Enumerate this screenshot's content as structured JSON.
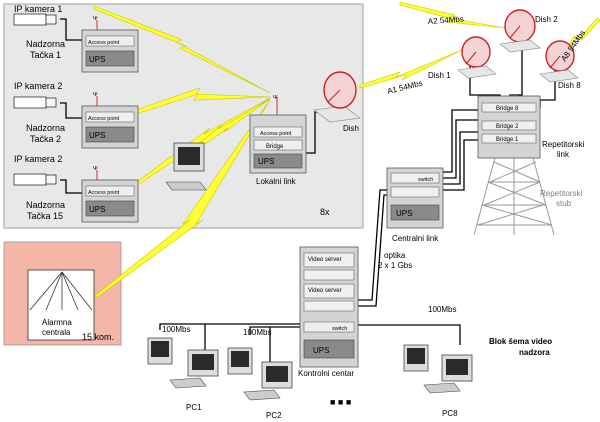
{
  "labels": {
    "camera1": "IP kamera 1",
    "site1": [
      "Nadzorna",
      "Tačka 1"
    ],
    "camera2": "IP kamera 2",
    "site2": [
      "Nadzorna",
      "Tačka 2"
    ],
    "camera3": "IP kamera 2",
    "site3": [
      "Nadzorna",
      "Tačka 15"
    ],
    "access_point": "Access point",
    "ups": "UPS",
    "bridge": "Bridge",
    "lokalni_link": "Lokalni link",
    "count_8x": "8x",
    "dish": "Dish",
    "dish1": "Dish 1",
    "dish2": "Dish 2",
    "dish8": "Dish 8",
    "link_a1": "A1 54Mbs",
    "link_a2": "A2 54Mbs",
    "link_a8": "A8 54Mbs",
    "bridge8": "Bridge 8",
    "bridge2": "Bridge 2",
    "bridge1": "Bridge 1",
    "repetitorski_link": [
      "Repetitorski",
      "link"
    ],
    "repetitorski_stub": [
      "Repetitorski",
      "stub"
    ],
    "switch": "switch",
    "centralni_link": "Centralni link",
    "optika": [
      "optika",
      "2 x 1 Gbs"
    ],
    "video_server": "Video server",
    "kontrolni_centar": "Kontrolni centar",
    "speed_100_a": "100Mbs",
    "speed_100_b": "100Mbs",
    "speed_100_c": "100Mbs",
    "alarm": [
      "Alarmna",
      "centrala"
    ],
    "count_15": "15 kom.",
    "pc1": "PC1",
    "pc2": "PC2",
    "pc8": "PC8",
    "ellipsis": "■   ■   ■",
    "title": [
      "Blok šema video",
      "nadzora"
    ]
  },
  "colors": {
    "site_panel": "#e8e8e8",
    "alarm_panel": "#f4b6a6",
    "lightning": "#ffff33",
    "dish_red": "#cc2222",
    "tower_grey": "#9a9a9a"
  }
}
